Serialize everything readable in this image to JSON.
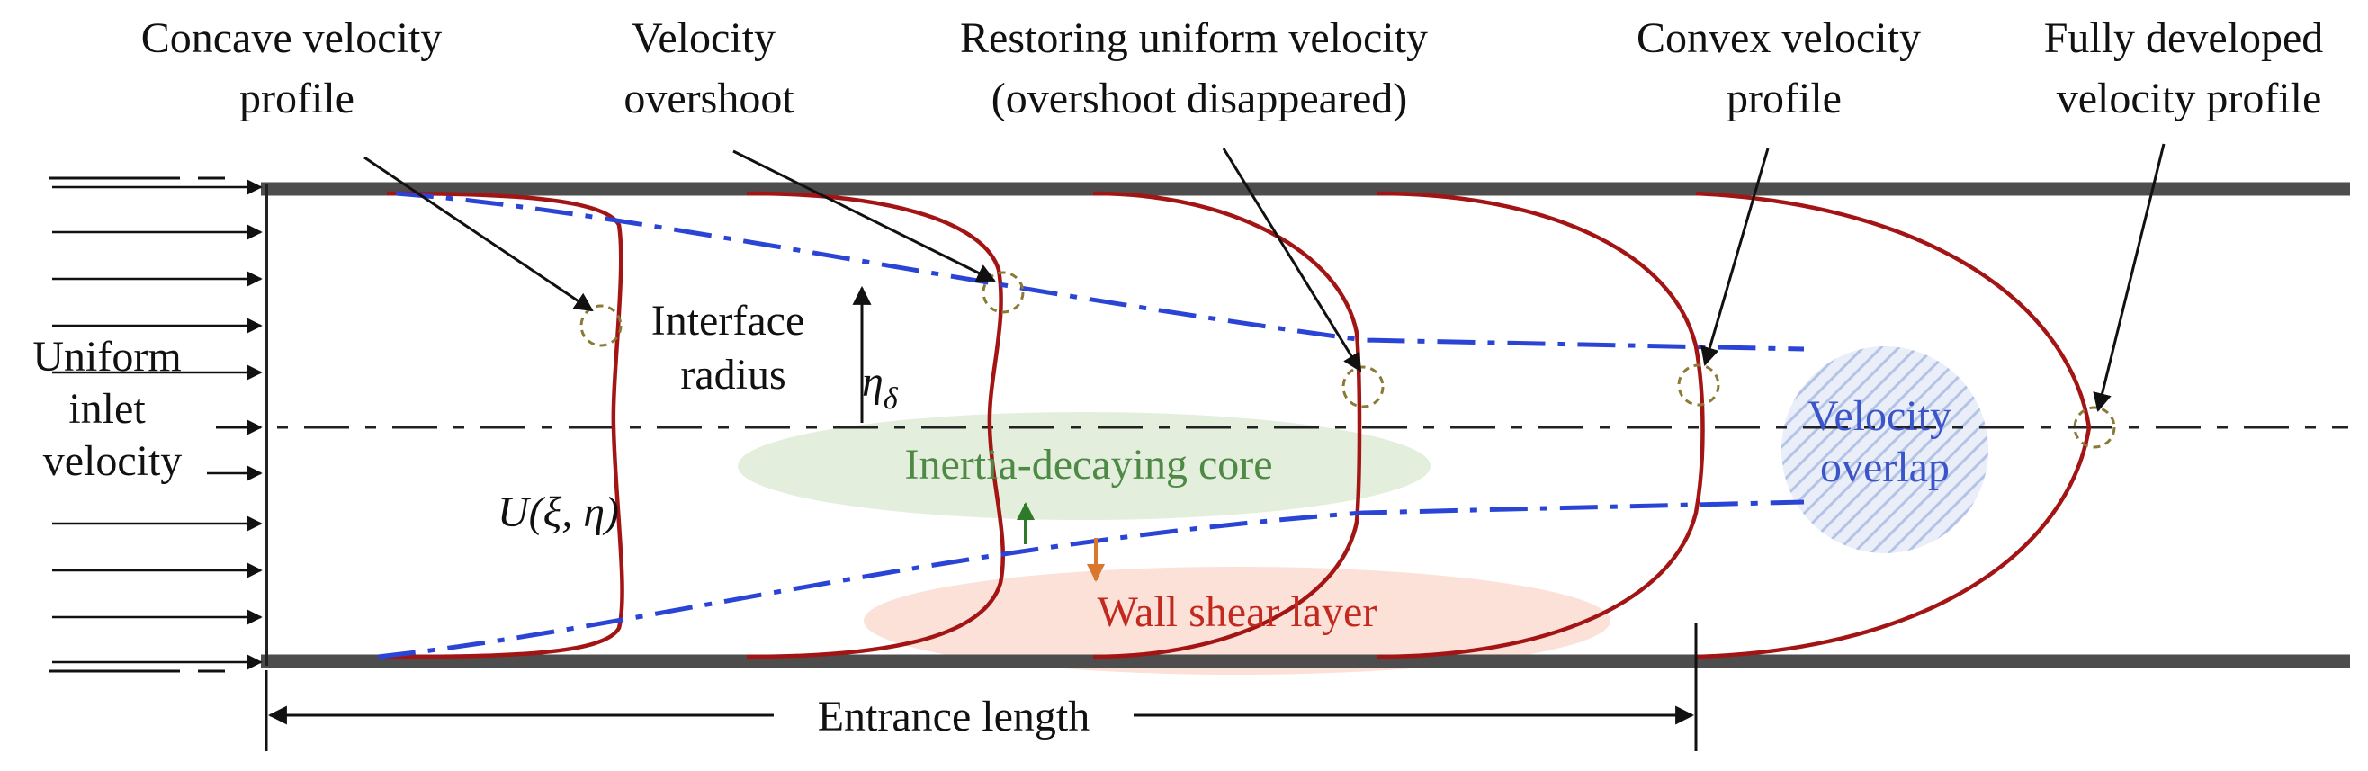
{
  "callouts": {
    "concave": [
      "Concave velocity",
      "profile"
    ],
    "overshoot": [
      "Velocity",
      "overshoot"
    ],
    "restoring": [
      "Restoring uniform velocity",
      "(overshoot disappeared)"
    ],
    "convex": [
      "Convex velocity",
      "profile"
    ],
    "fully_developed": [
      "Fully developed",
      "velocity profile"
    ]
  },
  "inlet_label": [
    "Uniform",
    "inlet",
    "velocity"
  ],
  "interface_label": [
    "Interface",
    "radius"
  ],
  "eta_symbol": "η",
  "eta_subscript": "δ",
  "profile_symbol": "U(ξ, η)",
  "core_label": "Inertia-decaying core",
  "shear_label": "Wall shear layer",
  "overlap_label": [
    "Velocity",
    "overlap"
  ],
  "entrance_length_label": "Entrance length",
  "colors": {
    "wall": "#4d4d4d",
    "profile": "#a31515",
    "interface": "#2a44d6",
    "core_fill": "#e3efdc",
    "shear_fill": "#fbe1d8",
    "overlap_hatch": "#b4c3e6",
    "marker": "#8a7a36"
  }
}
